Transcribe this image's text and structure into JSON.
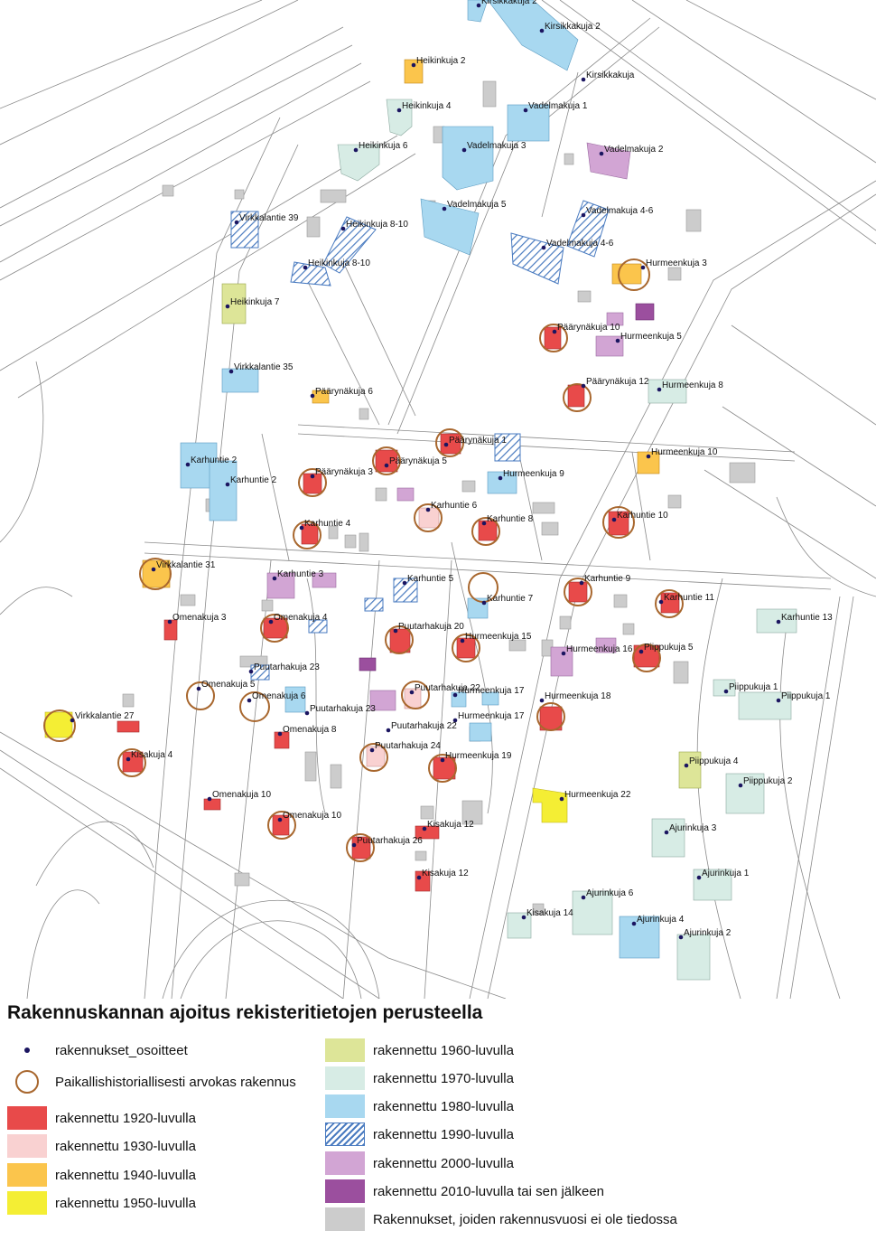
{
  "map": {
    "labels": [
      "Kirsikkakuja 2",
      "Kirsikkakuja 2",
      "Kirsikkakuja",
      "Heikinkuja 2",
      "Heikinkuja 4",
      "Vadelmakuja 1",
      "Heikinkuja 6",
      "Vadelmakuja 3",
      "Vadelmakuja 2",
      "Vadelmakuja 5",
      "Vadelmakuja 4-6",
      "Virkkalantie 39",
      "Heikinkuja 8-10",
      "Vadelmakuja 4-6",
      "Heikinkuja 8-10",
      "Hurmeenkuja 3",
      "Heikinkuja 7",
      "Päärynäkuja 10",
      "Hurmeenkuja 5",
      "Virkkalantie 35",
      "Päärynäkuja 12",
      "Hurmeenkuja 8",
      "Päärynäkuja 6",
      "Päärynäkuja 1",
      "Päärynäkuja 5",
      "Hurmeenkuja 10",
      "Karhuntie 2",
      "Päärynäkuja 3",
      "Hurmeenkuja 9",
      "Karhuntie 2",
      "Karhuntie 6",
      "Karhuntie 8",
      "Karhuntie 10",
      "Karhuntie 4",
      "Virkkalantie 31",
      "Karhuntie 3",
      "Karhuntie 5",
      "Karhuntie 9",
      "Karhuntie 7",
      "Karhuntie 11",
      "Omenakuja 3",
      "Omenakuja 4",
      "Puutarhakuja 20",
      "Karhuntie 13",
      "Hurmeenkuja 15",
      "Hurmeenkuja 16",
      "Piippukuja 5",
      "Puutarhakuja 23",
      "Omenakuja 5",
      "Omenakuja 6",
      "Puutarhakuja 22",
      "Hurmeenkuja 17",
      "Piippukuja 1",
      "Piippukuja 1",
      "Hurmeenkuja 18",
      "Puutarhakuja 23",
      "Virkkalantie 27",
      "Hurmeenkuja 17",
      "Puutarhakuja 22",
      "Omenakuja 8",
      "Puutarhakuja 24",
      "Kisakuja 4",
      "Hurmeenkuja 19",
      "Piippukuja 4",
      "Piippukuja 2",
      "Hurmeenkuja 22",
      "Omenakuja 10",
      "Omenakuja 10",
      "Kisakuja 12",
      "Ajurinkuja 3",
      "Puutarhakuja 26",
      "Ajurinkuja 1",
      "Kisakuja 12",
      "Ajurinkuja 6",
      "Kisakuja 14",
      "Ajurinkuja 4",
      "Ajurinkuja 2"
    ]
  },
  "legend": {
    "title": "Rakennuskannan ajoitus rekisteritietojen perusteella",
    "items": [
      {
        "label": "rakennukset_osoitteet",
        "color": "#1b1560"
      },
      {
        "label": "Paikallishistoriallisesti arvokas rakennus",
        "color": "#a8672e"
      },
      {
        "label": "rakennettu 1920-luvulla",
        "color": "#e84a4a"
      },
      {
        "label": "rakennettu 1930-luvulla",
        "color": "#f9d1d1"
      },
      {
        "label": "rakennettu 1940-luvulla",
        "color": "#fbc54c"
      },
      {
        "label": "rakennettu 1950-luvulla",
        "color": "#f4ee34"
      },
      {
        "label": "rakennettu 1960-luvulla",
        "color": "#dde598"
      },
      {
        "label": "rakennettu 1970-luvulla",
        "color": "#d7ece5"
      },
      {
        "label": "rakennettu 1980-luvulla",
        "color": "#a8d8f0"
      },
      {
        "label": "rakennettu 1990-luvulla",
        "color": "#4a7bc0"
      },
      {
        "label": "rakennettu 2000-luvulla",
        "color": "#d2a5d4"
      },
      {
        "label": "rakennettu 2010-luvulla tai sen jälkeen",
        "color": "#9b4f9e"
      },
      {
        "label": "Rakennukset, joiden rakennusvuosi ei ole tiedossa",
        "color": "#cccccc"
      }
    ]
  }
}
